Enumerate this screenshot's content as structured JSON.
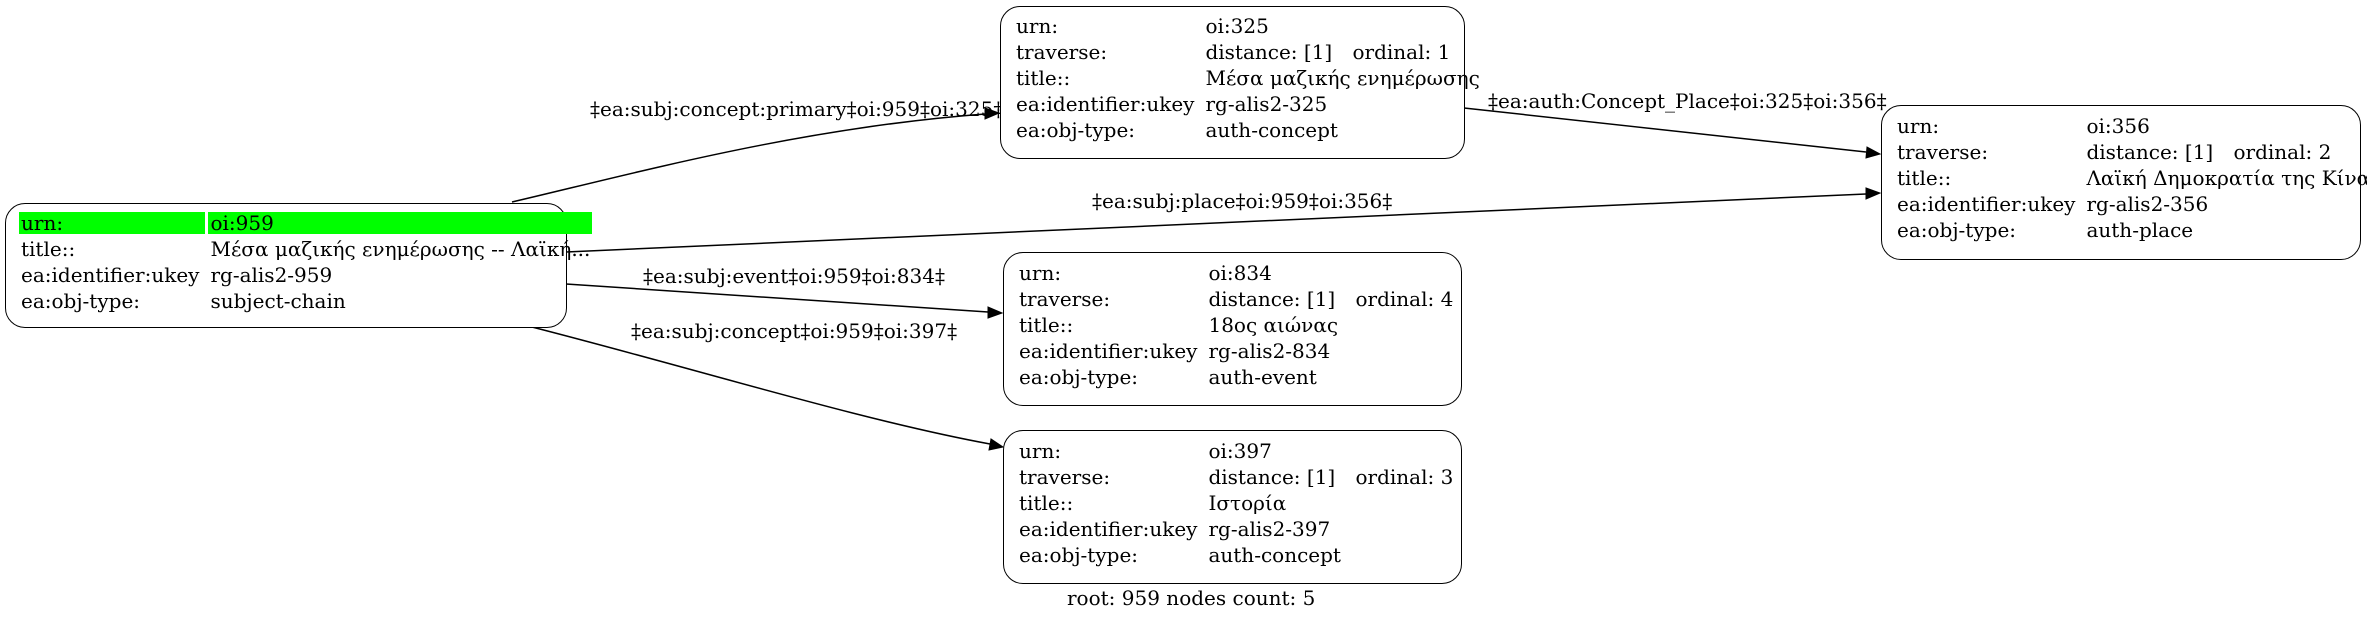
{
  "nodes": {
    "n959": {
      "title_key": "title::",
      "title_val": "Μέσα μαζικής ενημέρωσης -- Λαϊκή...",
      "urn_key": "urn:",
      "urn_val": "oi:959",
      "ukey_key": "ea:identifier:ukey",
      "ukey_val": "rg-alis2-959",
      "type_key": "ea:obj-type:",
      "type_val": "subject-chain"
    },
    "n325": {
      "urn_key": "urn:",
      "urn_val": "oi:325",
      "traverse_key": "traverse:",
      "distance": "distance: [1]",
      "ordinal": "ordinal: 1",
      "title_key": "title::",
      "title_val": "Μέσα μαζικής ενημέρωσης",
      "ukey_key": "ea:identifier:ukey",
      "ukey_val": "rg-alis2-325",
      "type_key": "ea:obj-type:",
      "type_val": "auth-concept"
    },
    "n356": {
      "urn_key": "urn:",
      "urn_val": "oi:356",
      "traverse_key": "traverse:",
      "distance": "distance: [1]",
      "ordinal": "ordinal: 2",
      "title_key": "title::",
      "title_val": "Λαϊκή Δημοκρατία της Κίνας",
      "ukey_key": "ea:identifier:ukey",
      "ukey_val": "rg-alis2-356",
      "type_key": "ea:obj-type:",
      "type_val": "auth-place"
    },
    "n834": {
      "urn_key": "urn:",
      "urn_val": "oi:834",
      "traverse_key": "traverse:",
      "distance": "distance: [1]",
      "ordinal": "ordinal: 4",
      "title_key": "title::",
      "title_val": "18ος αιώνας",
      "ukey_key": "ea:identifier:ukey",
      "ukey_val": "rg-alis2-834",
      "type_key": "ea:obj-type:",
      "type_val": "auth-event"
    },
    "n397": {
      "urn_key": "urn:",
      "urn_val": "oi:397",
      "traverse_key": "traverse:",
      "distance": "distance: [1]",
      "ordinal": "ordinal: 3",
      "title_key": "title::",
      "title_val": "Ιστορία",
      "ukey_key": "ea:identifier:ukey",
      "ukey_val": "rg-alis2-397",
      "type_key": "ea:obj-type:",
      "type_val": "auth-concept"
    }
  },
  "edges": {
    "e_325": "‡ea:subj:concept:primary‡oi:959‡oi:325‡",
    "e_356a": "‡ea:auth:Concept_Place‡oi:325‡oi:356‡",
    "e_356b": "‡ea:subj:place‡oi:959‡oi:356‡",
    "e_834": "‡ea:subj:event‡oi:959‡oi:834‡",
    "e_397": "‡ea:subj:concept‡oi:959‡oi:397‡"
  },
  "footer": "root: 959 nodes count: 5",
  "colors": {
    "highlight": "#00ff00",
    "stroke": "#000000",
    "background": "#ffffff"
  }
}
